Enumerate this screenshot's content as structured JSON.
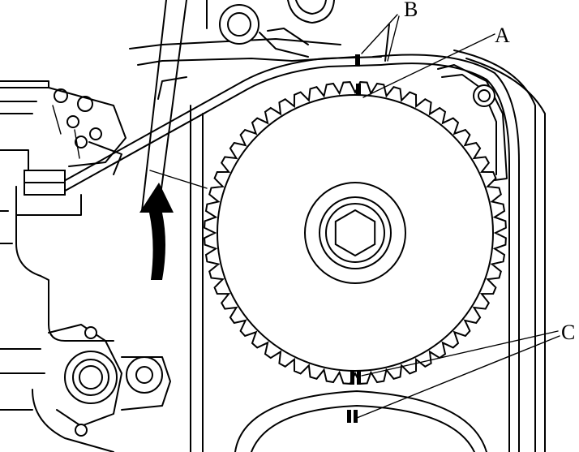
{
  "callouts": {
    "a": "A",
    "b": "B",
    "c": "C"
  },
  "colors": {
    "line": "#000000",
    "background": "#ffffff"
  },
  "icons": {
    "rotation": "rotation-direction-arrow-icon"
  }
}
